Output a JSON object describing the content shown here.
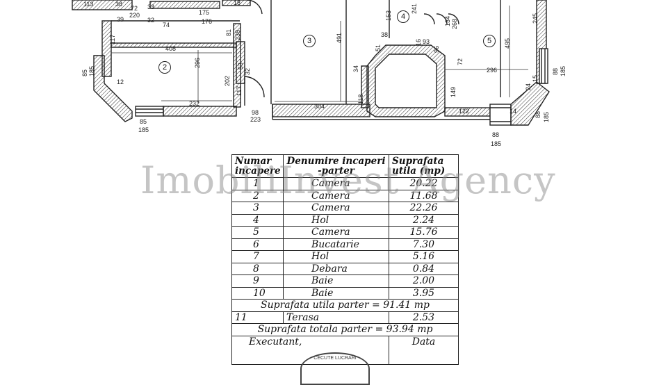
{
  "plan": {
    "rooms": [
      "2",
      "3",
      "4",
      "5"
    ],
    "dims": {
      "d113": "113",
      "d38": "38",
      "d72": "72",
      "d220": "220",
      "d33": "33",
      "d18": "18",
      "d39": "39",
      "d32a": "32",
      "d74": "74",
      "d175": "175",
      "d176": "176",
      "d16": "16",
      "d81": "81",
      "d238": "238",
      "d117a": "117",
      "d408": "408",
      "d296a": "296",
      "d202": "202",
      "d53": "53",
      "d32b": "32",
      "d117b": "117",
      "d12": "12",
      "d85a": "85",
      "d185a": "185",
      "d232": "232",
      "d85b": "85",
      "d185b": "185",
      "d98": "98",
      "d223": "223",
      "d304": "304",
      "d491": "491",
      "d153": "153",
      "d241": "241",
      "d134": "134",
      "d268": "268",
      "d38b": "38",
      "d93": "93",
      "d51": "51",
      "d34": "34",
      "d118": "118",
      "d96": "96",
      "d16b": "16",
      "d149": "149",
      "d122": "122",
      "d14": "14",
      "d72b": "72",
      "d495": "495",
      "d296b": "296",
      "d245": "245",
      "d15": "15",
      "d24": "24",
      "d88a": "88",
      "d185c": "185",
      "d88b": "88",
      "d185d": "185",
      "d88c": "88",
      "d185e": "185"
    }
  },
  "watermark": "ImobiliInvest Agency",
  "table": {
    "headers": {
      "num": "Numar incapere",
      "name": "Denumire incaperi -parter",
      "area": "Suprafata utila (mp)"
    },
    "rows": [
      {
        "num": "1",
        "name": "Camera",
        "area": "20.22"
      },
      {
        "num": "2",
        "name": "Camera",
        "area": "11.68"
      },
      {
        "num": "3",
        "name": "Camera",
        "area": "22.26"
      },
      {
        "num": "4",
        "name": "Hol",
        "area": "2.24"
      },
      {
        "num": "5",
        "name": "Camera",
        "area": "15.76"
      },
      {
        "num": "6",
        "name": "Bucatarie",
        "area": "7.30"
      },
      {
        "num": "7",
        "name": "Hol",
        "area": "5.16"
      },
      {
        "num": "8",
        "name": "Debara",
        "area": "0.84"
      },
      {
        "num": "9",
        "name": "Baie",
        "area": "2.00"
      },
      {
        "num": "10",
        "name": "Baie",
        "area": "3.95"
      }
    ],
    "subtotal": "Suprafata utila parter = 91.41 mp",
    "extra": {
      "num": "11",
      "name": "Terasa",
      "area": "2.53"
    },
    "total": "Suprafata totala parter = 93.94 mp",
    "executant": "Executant,",
    "data": "Data"
  },
  "stamp_text": "CECUTE LUCRARI"
}
